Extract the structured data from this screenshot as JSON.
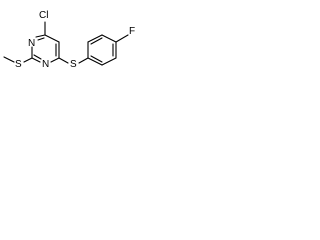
{
  "molecule": {
    "atoms": {
      "chlorine": "Cl",
      "fluorine": "F",
      "ring_nitrogen_upper": "N",
      "ring_nitrogen_lower": "N",
      "methylthio_sulfur": "S",
      "thioether_sulfur": "S"
    }
  }
}
